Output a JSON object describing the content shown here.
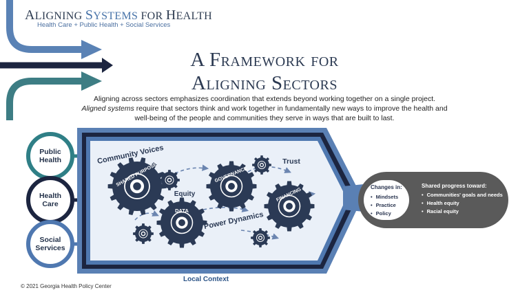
{
  "header": {
    "brand_a": "A",
    "brand_b": "LIGNING ",
    "brand_c": "S",
    "brand_d": "YSTEMS ",
    "brand_e": "FOR ",
    "brand_f": "H",
    "brand_g": "EALTH",
    "subtitle": "Health Care + Public Health + Social Services"
  },
  "title": {
    "line1": "A Framework for",
    "line2": "Aligning Sectors"
  },
  "intro": {
    "part1": "Aligning across sectors emphasizes coordination that extends beyond working together on a single project. ",
    "emphasis": "Aligned systems",
    "part2": " require that sectors think and work together in fundamentally new ways to improve the health and well-being of the people and communities they serve in ways that are built to last."
  },
  "sectors": [
    "Public Health",
    "Health Care",
    "Social Services"
  ],
  "gears": {
    "shared_purpose": "SHARED PURPOSE",
    "data": "DATA",
    "governance": "GOVERNANCE",
    "financing": "FINANCING"
  },
  "factors": {
    "community_voices": "Community Voices",
    "equity": "Equity",
    "trust": "Trust",
    "power_dynamics": "Power Dynamics"
  },
  "results": {
    "changes_heading": "Changes in:",
    "changes": [
      "Mindsets",
      "Practice",
      "Policy"
    ],
    "progress_heading": "Shared progress toward:",
    "progress": [
      "Communities' goals and needs",
      "Health equity",
      "Racial equity"
    ]
  },
  "local_context": "Local Context",
  "copyright": "© 2021 Georgia Health Policy Center",
  "colors": {
    "navy": "#1c2540",
    "teal": "#2f7f86",
    "blue": "#4f78b0",
    "gear": "#2b3a55",
    "results_bg": "#5a5a5a"
  }
}
